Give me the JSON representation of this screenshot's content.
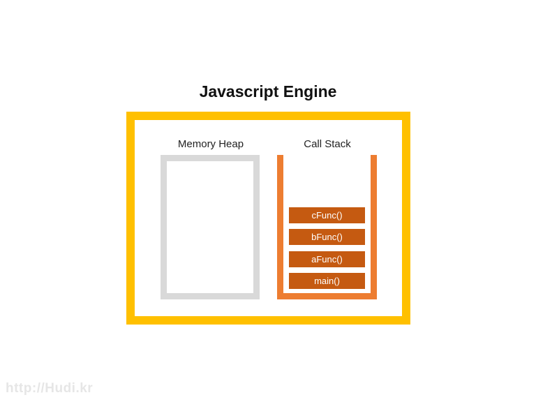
{
  "diagram": {
    "title": "Javascript Engine",
    "memory_heap": {
      "label": "Memory Heap"
    },
    "call_stack": {
      "label": "Call Stack",
      "frames": [
        "cFunc()",
        "bFunc()",
        "aFunc()",
        "main()"
      ]
    },
    "colors": {
      "engine_border": "#ffc000",
      "heap_border": "#d9d9d9",
      "stack_border": "#ed7d31",
      "frame_fill": "#c55a11",
      "frame_text": "#ffffff"
    }
  },
  "watermark": "http://Hudi.kr"
}
